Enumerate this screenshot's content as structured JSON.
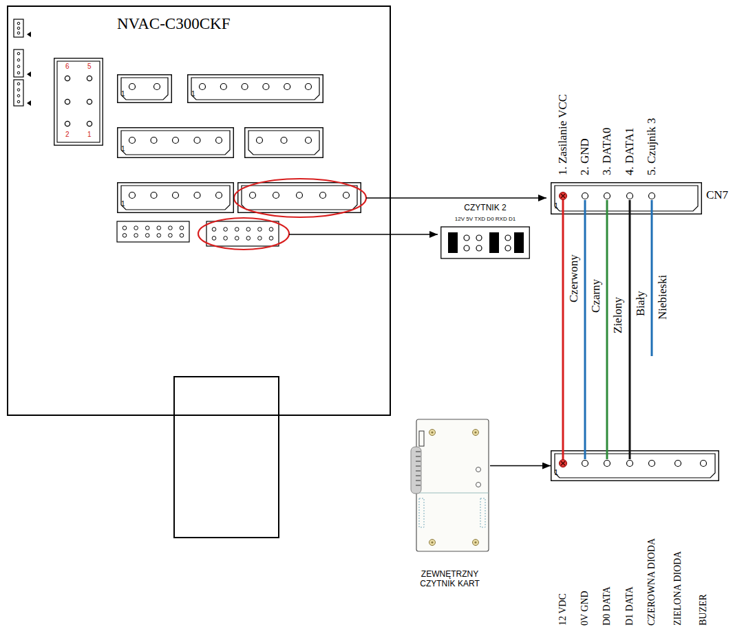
{
  "diagram": {
    "nodes": [
      {
        "text": [
          "NVAC-C300CKF"
        ]
      },
      {
        "text": [
          "6",
          "5",
          "2",
          "1"
        ],
        "in": 0
      },
      {
        "text": [
          "1"
        ],
        "in": 0
      },
      {
        "text": [
          "1"
        ],
        "in": 0
      },
      {
        "text": [
          "1"
        ],
        "in": 0
      },
      {
        "text": [
          "1"
        ],
        "in": 0
      },
      {
        "text": [
          "1",
          "CN7"
        ]
      },
      {
        "text": [
          "CZYTNIK 2",
          "12V 5V TXD D0 RXD D1"
        ]
      },
      {
        "text": [
          "ZEWNĘTRZNY CZYTNIK KART"
        ]
      },
      {
        "text": [
          "1"
        ]
      }
    ],
    "edges": [
      {
        "from": 8,
        "to": 9,
        "arrow": "to"
      },
      {
        "from": 6,
        "to": 9,
        "arrow": "none",
        "label": "Czerwony"
      },
      {
        "from": 6,
        "to": 9,
        "arrow": "none",
        "label": "Czarny"
      },
      {
        "from": 6,
        "to": 9,
        "arrow": "none",
        "label": "Zielony"
      },
      {
        "from": 6,
        "to": 9,
        "arrow": "none",
        "label": "Biały"
      }
    ],
    "labels": [
      "1. Zasilanie VCC",
      "2. GND",
      "3. DATA0",
      "4. DATA1",
      "5. Czujnik 3",
      "Niebieski",
      "12 VDC",
      "0V GND",
      "D0 DATA",
      "D1 DATA",
      "CZEROWNA DIODA",
      "ZIELONA DIODA",
      "BUZER"
    ]
  }
}
